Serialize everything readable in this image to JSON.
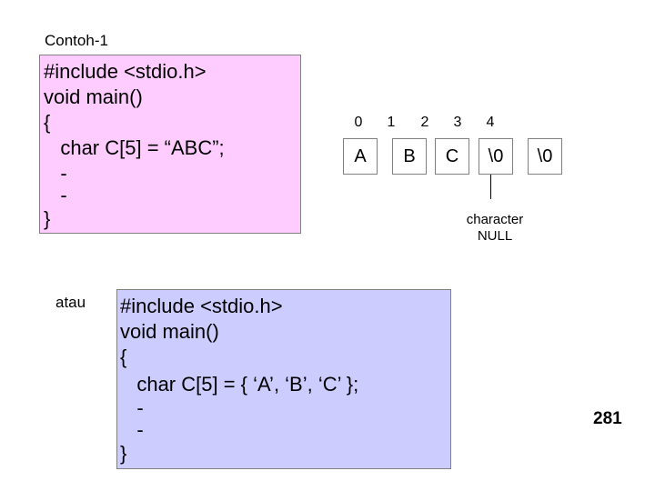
{
  "heading": "Contoh-1",
  "example1": {
    "lines": [
      "#include <stdio.h>",
      "void main()",
      "{",
      "   char C[5] = “ABC”;",
      "   -",
      "   -",
      "}"
    ]
  },
  "array_diagram": {
    "indices": [
      "0",
      "1",
      "2",
      "3",
      "4"
    ],
    "cells": [
      "A",
      "B",
      "C",
      "\\0",
      "\\0"
    ],
    "note": [
      "character",
      "NULL"
    ]
  },
  "separator": "atau",
  "example2": {
    "lines": [
      "#include <stdio.h>",
      "void main()",
      "{",
      "   char C[5] = { ‘A’, ‘B’, ‘C’ };",
      "   -",
      "   -",
      "}"
    ]
  },
  "page_number": "281",
  "colors": {
    "box1_background": "#ffccff",
    "box2_background": "#ccccff",
    "border": "#808080"
  }
}
